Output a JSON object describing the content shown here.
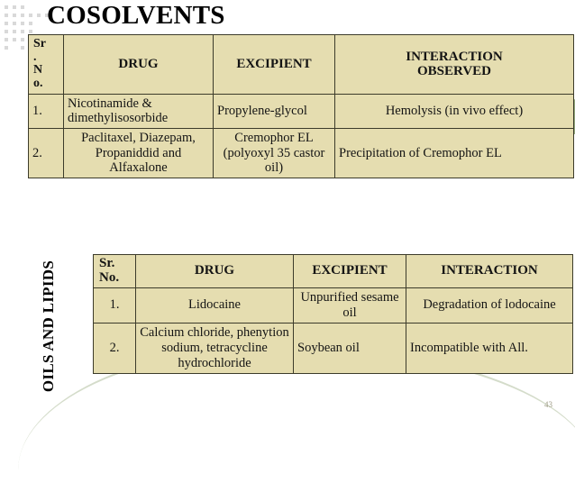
{
  "slide": {
    "title": "COSOLVENTS",
    "side_label": "OILS AND LIPIDS",
    "page_number": "43",
    "colors": {
      "table_fill": "#e5ddb0",
      "table_border": "#3c3b2a",
      "accent_green": "#93a87b",
      "dot_gray": "#d9d9d9",
      "page_number_gray": "#9e9c86",
      "background": "#ffffff"
    }
  },
  "table_cosolvents": {
    "headers": {
      "sr_lines": [
        "Sr",
        ".",
        "N",
        "o."
      ],
      "drug": "DRUG",
      "excipient": "EXCIPIENT",
      "interaction": "INTERACTION OBSERVED",
      "interaction_lines": [
        "INTERACTION",
        "OBSERVED"
      ]
    },
    "rows": [
      {
        "sr": "1.",
        "drug": "Nicotinamide & dimethylisosorbide",
        "excipient": "Propylene-glycol",
        "interaction": "Hemolysis (in vivo effect)"
      },
      {
        "sr": "2.",
        "drug": "Paclitaxel, Diazepam, Propaniddid and Alfaxalone",
        "excipient": "Cremophor EL (polyoxyl 35 castor oil)",
        "interaction": "Precipitation of Cremophor EL"
      }
    ]
  },
  "table_oils": {
    "headers": {
      "sr_lines": [
        "Sr.",
        "No."
      ],
      "drug": "DRUG",
      "excipient": "EXCIPIENT",
      "interaction": "INTERACTION"
    },
    "rows": [
      {
        "sr": "1.",
        "drug": "Lidocaine",
        "excipient": "Unpurified sesame oil",
        "interaction": "Degradation of lodocaine"
      },
      {
        "sr": "2.",
        "drug": "Calcium chloride, phenytion sodium, tetracycline hydrochloride",
        "excipient": "Soybean oil",
        "interaction": "Incompatible with All."
      }
    ]
  }
}
